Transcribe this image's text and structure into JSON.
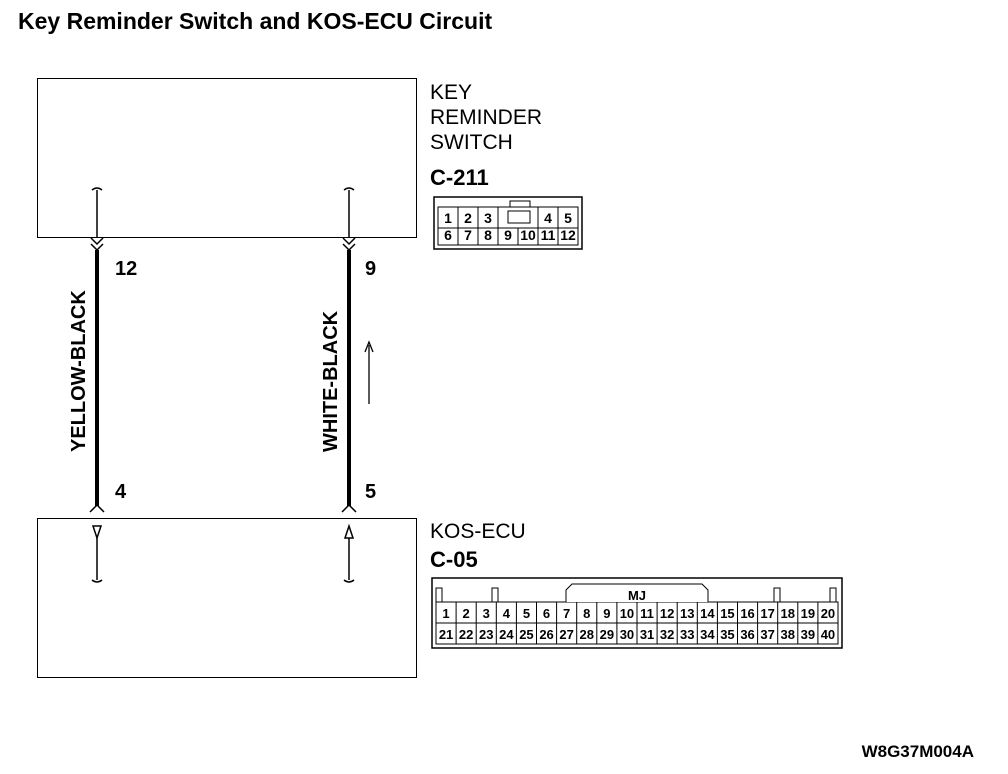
{
  "title": "Key Reminder Switch and KOS-ECU Circuit",
  "components": {
    "switch": {
      "name": "KEY\nREMINDER\nSWITCH",
      "connector": "C-211",
      "pins_row1": [
        "1",
        "2",
        "3",
        "",
        "4",
        "5"
      ],
      "pins_row2": [
        "6",
        "7",
        "8",
        "9",
        "10",
        "11",
        "12"
      ]
    },
    "ecu": {
      "name": "KOS-ECU",
      "connector": "C-05",
      "connector_tag": "MJ",
      "pins_row1": [
        "1",
        "2",
        "3",
        "4",
        "5",
        "6",
        "7",
        "8",
        "9",
        "10",
        "11",
        "12",
        "13",
        "14",
        "15",
        "16",
        "17",
        "18",
        "19",
        "20"
      ],
      "pins_row2": [
        "21",
        "22",
        "23",
        "24",
        "25",
        "26",
        "27",
        "28",
        "29",
        "30",
        "31",
        "32",
        "33",
        "34",
        "35",
        "36",
        "37",
        "38",
        "39",
        "40"
      ]
    }
  },
  "wires": [
    {
      "color_label": "YELLOW-BLACK",
      "top_pin": "12",
      "bottom_pin": "4"
    },
    {
      "color_label": "WHITE-BLACK",
      "top_pin": "9",
      "bottom_pin": "5",
      "signal_direction": "up"
    }
  ],
  "footer_code": "W8G37M004A"
}
